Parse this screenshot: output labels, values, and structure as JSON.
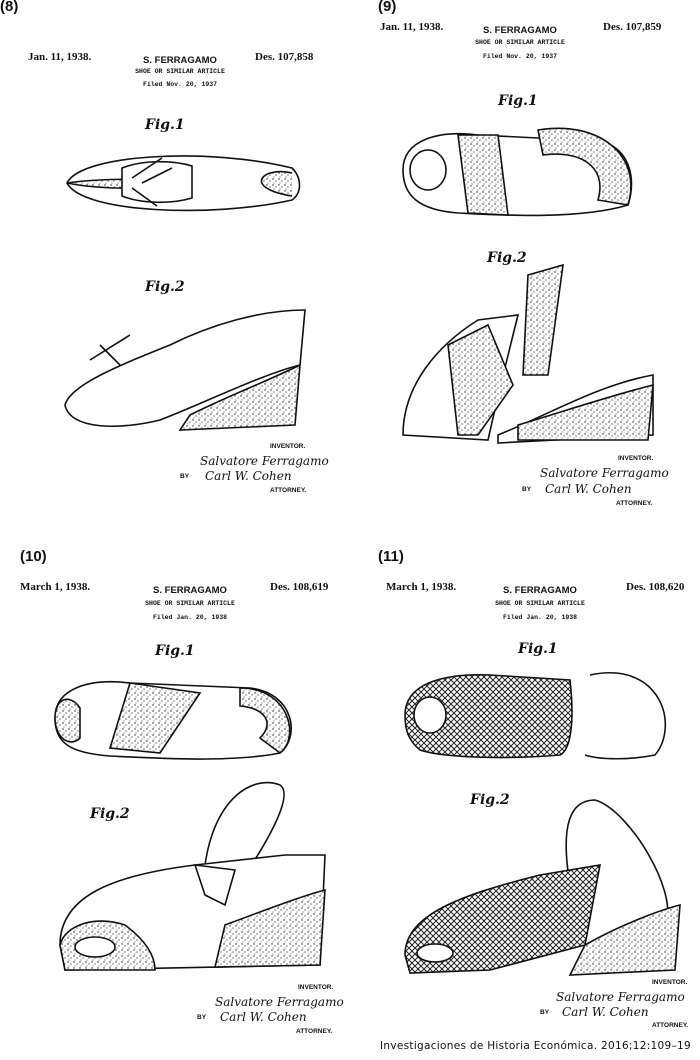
{
  "panels": [
    {
      "label": "(8)",
      "date": "Jan. 11, 1938.",
      "inventor": "S. FERRAGAMO",
      "patent": "Des. 107,858",
      "title": "SHOE OR SIMILAR ARTICLE",
      "filed": "Filed Nov. 20, 1937",
      "fig1": "Fig.1",
      "fig2": "Fig.2",
      "inventor_label": "INVENTOR.",
      "by": "BY",
      "signature": "Salvatore Ferragamo",
      "attorney_signature": "Carl W. Cohen",
      "attorney_label": "ATTORNEY."
    },
    {
      "label": "(9)",
      "date": "Jan. 11, 1938.",
      "inventor": "S. FERRAGAMO",
      "patent": "Des. 107,859",
      "title": "SHOE OR SIMILAR ARTICLE",
      "filed": "Filed Nov. 20, 1937",
      "fig1": "Fig.1",
      "fig2": "Fig.2",
      "inventor_label": "INVENTOR.",
      "by": "BY",
      "signature": "Salvatore Ferragamo",
      "attorney_signature": "Carl W. Cohen",
      "attorney_label": "ATTORNEY."
    },
    {
      "label": "(10)",
      "date": "March 1, 1938.",
      "inventor": "S. FERRAGAMO",
      "patent": "Des. 108,619",
      "title": "SHOE OR SIMILAR ARTICLE",
      "filed": "Filed Jan. 20, 1938",
      "fig1": "Fig.1",
      "fig2": "Fig.2",
      "inventor_label": "INVENTOR.",
      "by": "BY",
      "signature": "Salvatore Ferragamo",
      "attorney_signature": "Carl W. Cohen",
      "attorney_label": "ATTORNEY."
    },
    {
      "label": "(11)",
      "date": "March 1, 1938.",
      "inventor": "S. FERRAGAMO",
      "patent": "Des. 108,620",
      "title": "SHOE OR SIMILAR ARTICLE",
      "filed": "Filed Jan. 20, 1938",
      "fig1": "Fig.1",
      "fig2": "Fig.2",
      "inventor_label": "INVENTOR.",
      "by": "BY",
      "signature": "Salvatore Ferragamo",
      "attorney_signature": "Carl W. Cohen",
      "attorney_label": "ATTORNEY."
    }
  ],
  "footer": "Investigaciones de Historia Económica. 2016;12:109–19"
}
